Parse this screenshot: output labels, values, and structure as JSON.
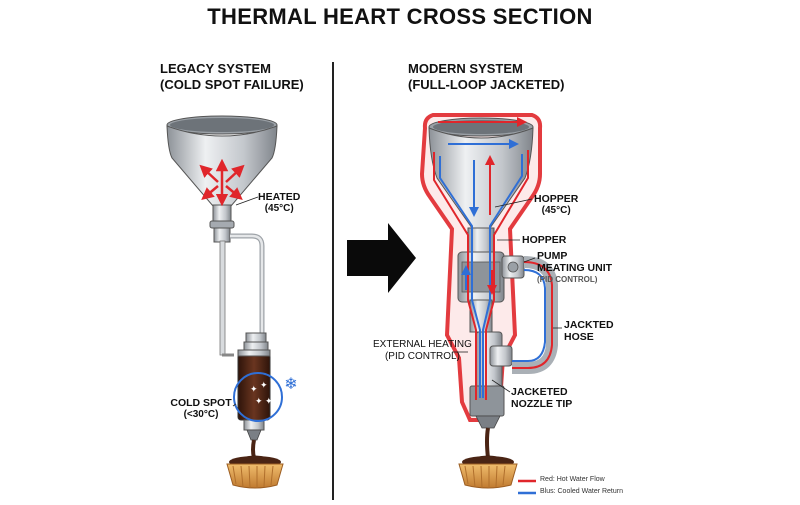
{
  "title": "THERMAL HEART CROSS SECTION",
  "legacy": {
    "heading_line1": "LEGACY SYSTEM",
    "heading_line2": "(COLD SPOT FAILURE)",
    "heated_label_line1": "HEATED",
    "heated_label_line2": "(45°C)",
    "cold_spot_line1": "COLD SPOT",
    "cold_spot_line2": "(<30°C)"
  },
  "modern": {
    "heading_line1": "MODERN SYSTEM",
    "heading_line2": "(FULL-LOOP JACKETED)",
    "hopper_label_line1": "HOPPER",
    "hopper_label_line2": "(45°C)",
    "hopper_label2": "HOPPER",
    "pump_line1": "PUMP",
    "pump_line2": "MEATING UNIT",
    "pump_line3": "(PID CONTROL)",
    "external_heating_line1": "EXTERNAL HEATING",
    "external_heating_line2": "(PID CONTROL)",
    "jacketed_hose_line1": "JACKTED",
    "jacketed_hose_line2": "HOSE",
    "nozzle_line1": "JACKETED",
    "nozzle_line2": "NOZZLE TIP"
  },
  "legend": {
    "red": "Red: Hot Water Flow",
    "blue": "Blus: Cooled Water Return"
  },
  "colors": {
    "hot": "#e0262b",
    "cool": "#2f6fd6",
    "steel": "#b9bec4",
    "chocolate": "#4a2414",
    "pastry": "#d99a4a"
  }
}
